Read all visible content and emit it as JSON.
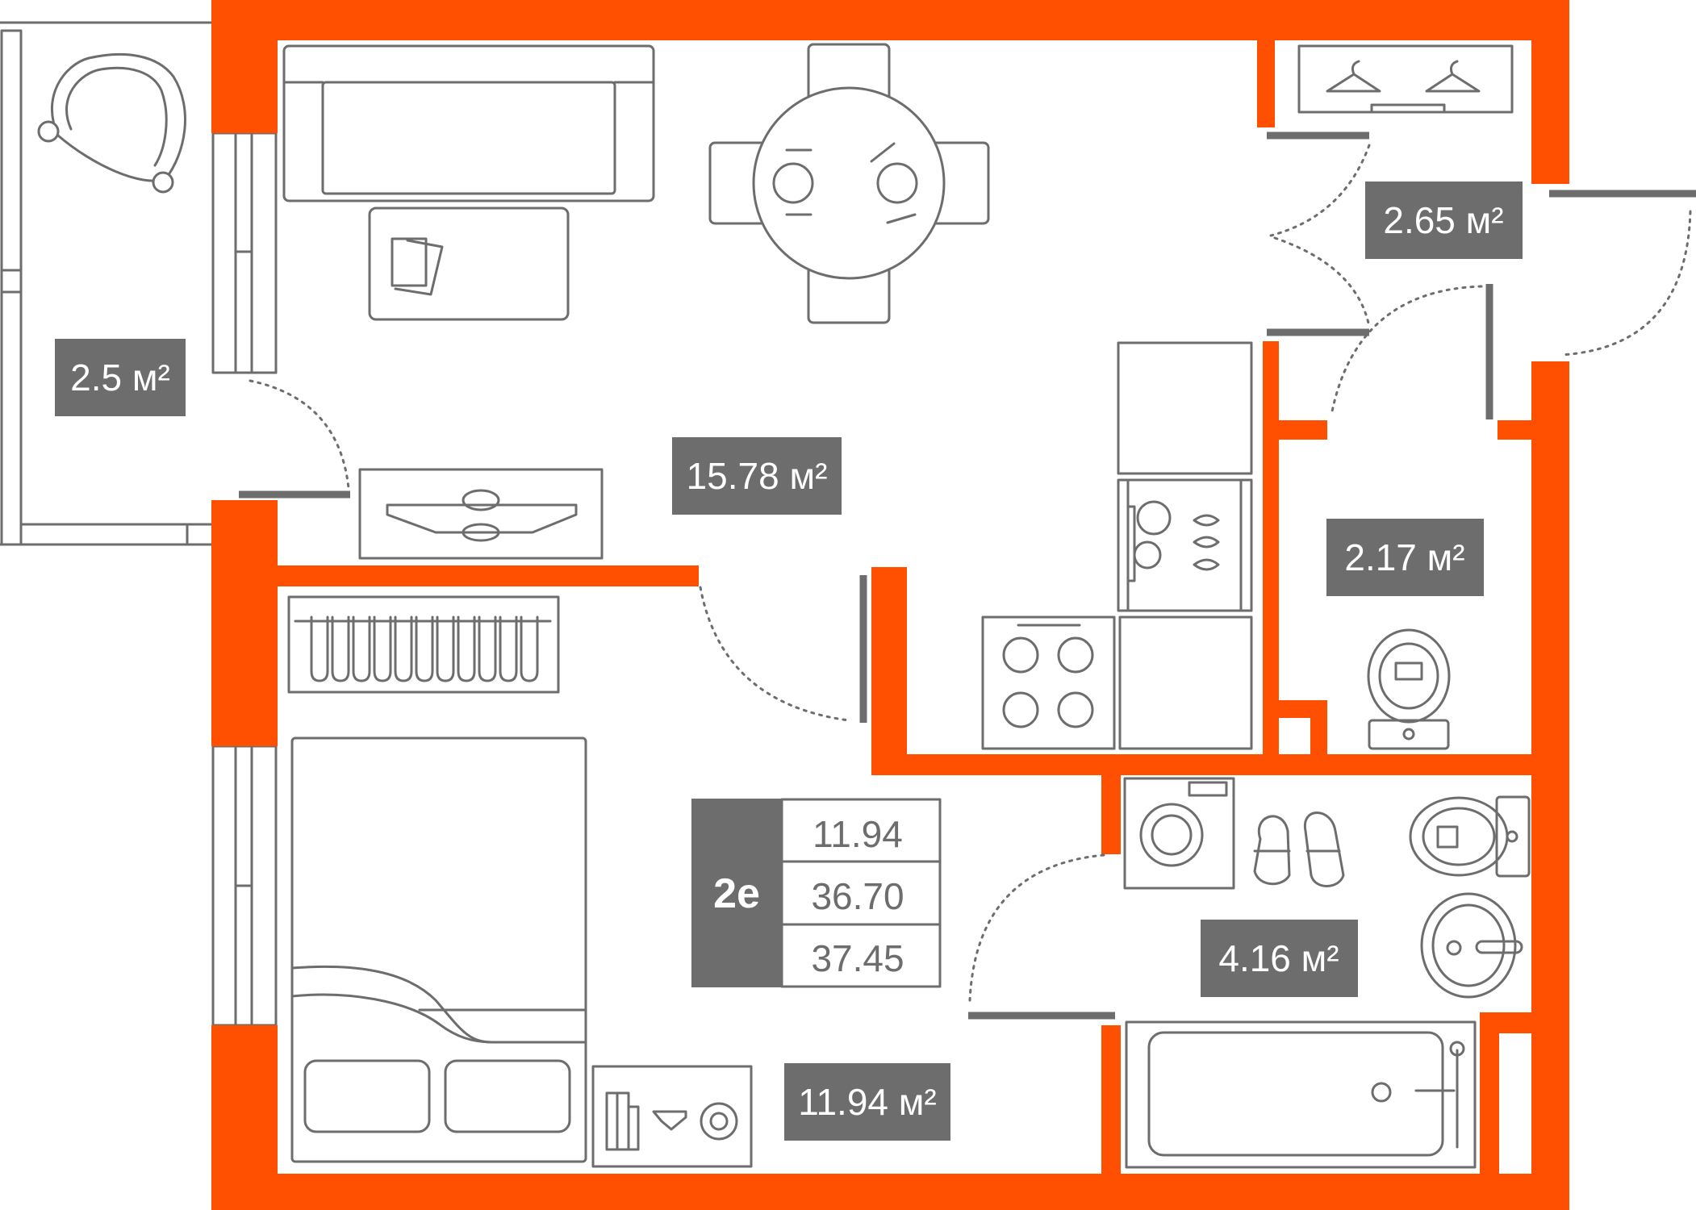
{
  "floorplan": {
    "colors": {
      "wall": "#ff4f00",
      "label_bg": "#6d6d6d",
      "furniture": "#6d6d6d",
      "background": "#ffffff"
    },
    "rooms": [
      {
        "id": "balcony",
        "area": "2.5 м²"
      },
      {
        "id": "living-kitchen",
        "area": "15.78 м²"
      },
      {
        "id": "hallway",
        "area": "2.65 м²"
      },
      {
        "id": "toilet",
        "area": "2.17 м²"
      },
      {
        "id": "bedroom",
        "area": "11.94 м²"
      },
      {
        "id": "bathroom",
        "area": "4.16 м²"
      }
    ],
    "apartment": {
      "code": "2е",
      "values": [
        "11.94",
        "36.70",
        "37.45"
      ]
    },
    "icons": [
      "armchair-icon",
      "sofa-icon",
      "coffee-table-icon",
      "dining-table-icon",
      "wardrobe-icon",
      "tv-stand-icon",
      "fridge-icon",
      "dishwasher-icon",
      "stove-icon",
      "toilet-icon",
      "washing-machine-icon",
      "slippers-icon",
      "sink-icon",
      "bathtub-icon",
      "bed-icon",
      "radiator-icon",
      "desk-icon",
      "window-icon",
      "door-icon"
    ]
  }
}
